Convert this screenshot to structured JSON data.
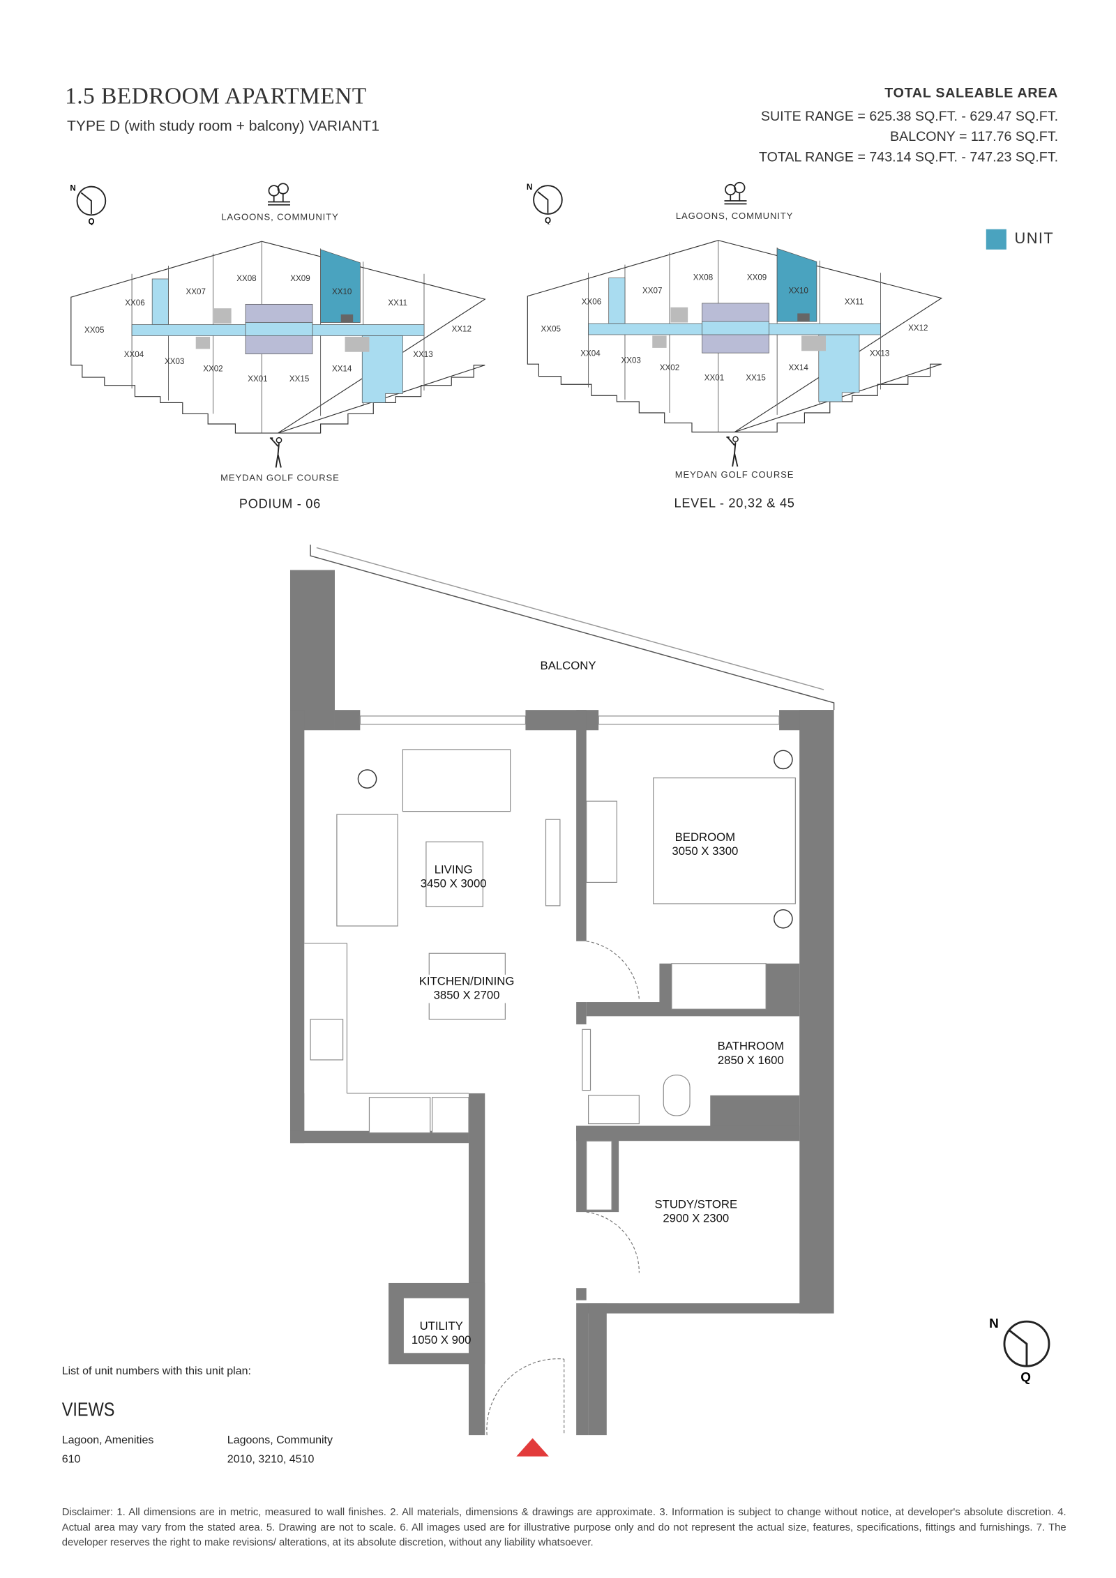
{
  "header": {
    "title": "1.5 BEDROOM APARTMENT",
    "subtitle": "TYPE D (with study room + balcony) VARIANT1"
  },
  "area": {
    "heading": "TOTAL SALEABLE AREA",
    "suite_range": "SUITE RANGE = 625.38 SQ.FT. - 629.47 SQ.FT.",
    "balcony": "BALCONY = 117.76 SQ.FT.",
    "total_range": "TOTAL RANGE = 743.14 SQ.FT. - 747.23 SQ.FT."
  },
  "legend": {
    "label": "UNIT",
    "color": "#4aa3bf"
  },
  "colors": {
    "unit_highlight": "#4aa3bf",
    "unit_light": "#a9dcf0",
    "core": "#b9bcd6",
    "wall": "#7d7d7d",
    "entry": "#e23b3b"
  },
  "compass": {
    "north": "N",
    "south": "Q"
  },
  "keyplans": [
    {
      "top_view": "LAGOONS, COMMUNITY",
      "bottom_view": "MEYDAN GOLF COURSE",
      "level": "PODIUM - 06"
    },
    {
      "top_view": "LAGOONS, COMMUNITY",
      "bottom_view": "MEYDAN GOLF COURSE",
      "level": "LEVEL - 20,32 & 45"
    }
  ],
  "keyplan_units": [
    "XX01",
    "XX02",
    "XX03",
    "XX04",
    "XX05",
    "XX06",
    "XX07",
    "XX08",
    "XX09",
    "XX10",
    "XX11",
    "XX12",
    "XX13",
    "XX14",
    "XX15"
  ],
  "rooms": {
    "balcony": {
      "name": "BALCONY"
    },
    "living": {
      "name": "LIVING",
      "size": "3450 X 3000"
    },
    "kitchen": {
      "name": "KITCHEN/DINING",
      "size": "3850 X 2700"
    },
    "bedroom": {
      "name": "BEDROOM",
      "size": "3050 X 3300"
    },
    "bathroom": {
      "name": "BATHROOM",
      "size": "2850 X 1600"
    },
    "study": {
      "name": "STUDY/STORE",
      "size": "2900 X 2300"
    },
    "utility": {
      "name": "UTILITY",
      "size": "1050 X 900"
    }
  },
  "units_list": {
    "intro": "List of unit numbers with this unit plan:",
    "views_heading": "VIEWS",
    "columns": [
      {
        "view": "Lagoon, Amenities",
        "units": "610"
      },
      {
        "view": "Lagoons, Community",
        "units": "2010, 3210, 4510"
      }
    ]
  },
  "disclaimer": "Disclaimer: 1. All dimensions are in metric, measured to wall finishes. 2. All materials, dimensions & drawings are approximate. 3. Information is subject to change without notice, at developer's absolute discretion. 4. Actual area may vary from the stated area. 5. Drawing are not to scale. 6. All images used are for illustrative purpose only and do not represent the actual size, features, specifications, fittings and furnishings. 7. The developer reserves the right to make revisions/ alterations, at its absolute discretion, without any liability whatsoever."
}
